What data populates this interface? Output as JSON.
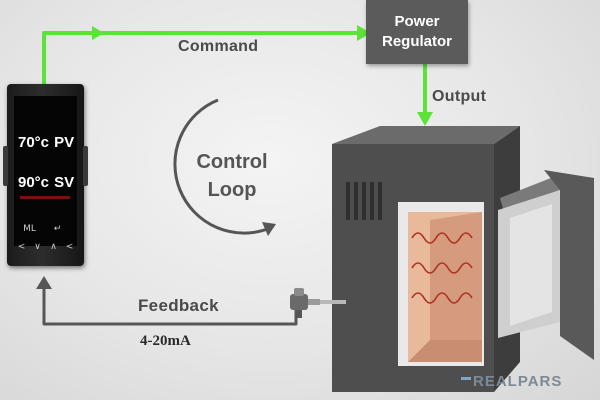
{
  "labels": {
    "command": "Command",
    "output": "Output",
    "feedback": "Feedback",
    "signal": "4-20mA",
    "loop_line1": "Control",
    "loop_line2": "Loop"
  },
  "regulator": {
    "line1": "Power",
    "line2": "Regulator"
  },
  "controller": {
    "pv_value": "70°c",
    "pv_tag": "PV",
    "sv_value": "90°c",
    "sv_tag": "SV",
    "keys": [
      "ML",
      "↵",
      "<",
      "∨",
      "∧",
      "<"
    ]
  },
  "logo": "REALPARS",
  "colors": {
    "signal_line": "#5de23a",
    "feedback_line": "#555555",
    "oven_body": "#4e4e4e",
    "regulator": "#5b5b5b",
    "heat_wave": "#b03020"
  }
}
